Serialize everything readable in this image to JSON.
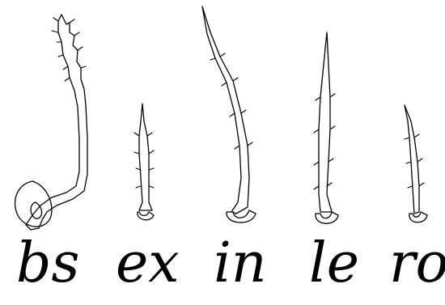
{
  "labels": {
    "bs": "bs",
    "ex": "ex",
    "in": "in",
    "le": "le",
    "ro": "ro"
  }
}
